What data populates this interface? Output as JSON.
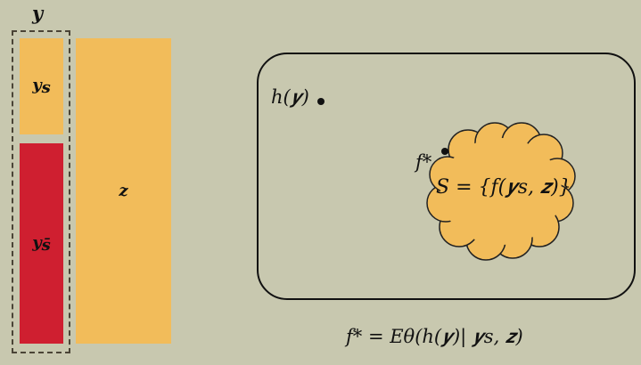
{
  "colors": {
    "background": "#c8c8af",
    "orange": "#f2bc5a",
    "red": "#cf1f30",
    "outline": "#111111",
    "dashed": "#4a4436"
  },
  "top_label": "y",
  "blocks": {
    "ys": {
      "base": "y",
      "sub": "s"
    },
    "ysbar": {
      "base": "y",
      "sub": "s̄"
    },
    "z": {
      "base": "z"
    }
  },
  "space": {
    "h_label": "h(𝒚)",
    "fstar_label": "f*",
    "set_label": "S = {f(𝒚s, 𝒛)}"
  },
  "formula": "f* = Eθ(h(𝒚)| 𝒚s, 𝒛)"
}
